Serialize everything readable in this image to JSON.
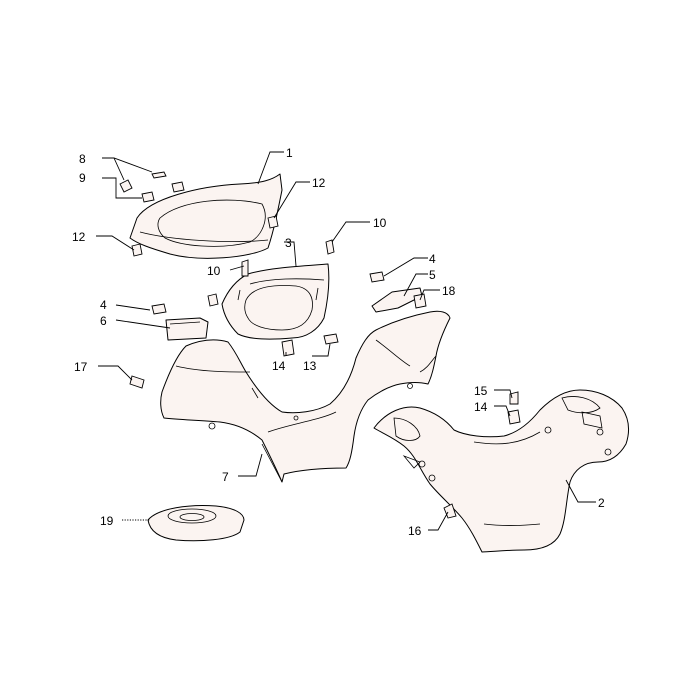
{
  "callouts": {
    "c1": "1",
    "c2": "2",
    "c3": "3",
    "c4a": "4",
    "c4b": "4",
    "c5": "5",
    "c6": "6",
    "c7": "7",
    "c8": "8",
    "c9": "9",
    "c10a": "10",
    "c10b": "10",
    "c12a": "12",
    "c12b": "12",
    "c13": "13",
    "c14a": "14",
    "c14b": "14",
    "c15": "15",
    "c16": "16",
    "c17": "17",
    "c18": "18",
    "c19": "19"
  },
  "colors": {
    "part_fill": "#fbf4f1",
    "line": "#000000",
    "background": "#ffffff"
  }
}
